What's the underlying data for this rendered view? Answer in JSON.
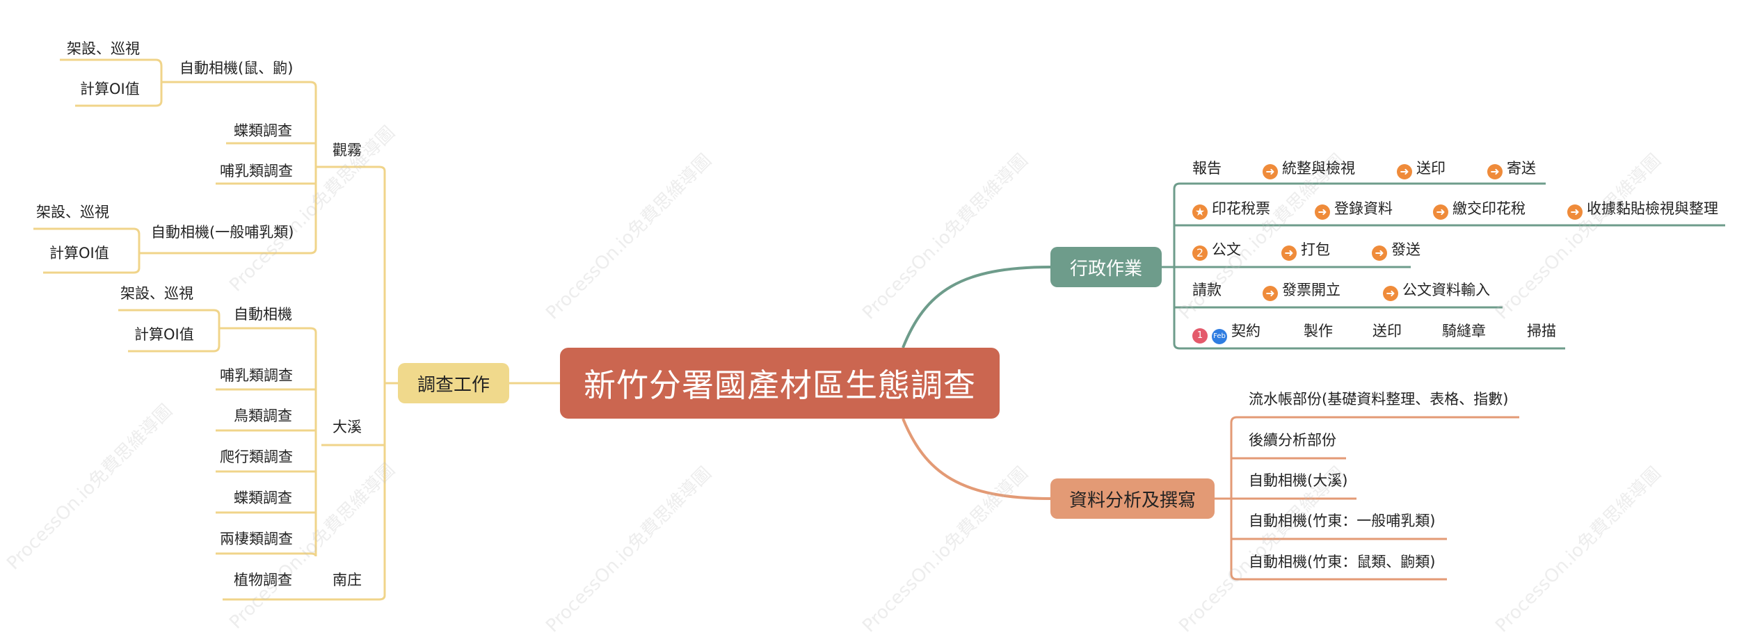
{
  "root": {
    "title": "新竹分署國產材區生態調查"
  },
  "branches": {
    "survey": {
      "label": "調查工作",
      "guanwu": {
        "label": "觀霧",
        "camera_small": {
          "label": "自動相機(鼠、鼩)",
          "children": [
            "架設、巡視",
            "計算OI值"
          ]
        },
        "butterfly": "蝶類調查",
        "mammal": "哺乳類調查",
        "camera_general": {
          "label": "自動相機(一般哺乳類)",
          "children": [
            "架設、巡視",
            "計算OI值"
          ]
        }
      },
      "daxi": {
        "label": "大溪",
        "camera": {
          "label": "自動相機",
          "children": [
            "架設、巡視",
            "計算OI值"
          ]
        },
        "items": [
          "哺乳類調查",
          "鳥類調查",
          "爬行類調查",
          "蝶類調查",
          "兩棲類調查"
        ]
      },
      "nanzhuang": {
        "label": "南庄",
        "items": [
          "植物調查"
        ]
      }
    },
    "admin": {
      "label": "行政作業",
      "rows": [
        {
          "first": "報告",
          "steps": [
            "統整與檢視",
            "送印",
            "寄送"
          ]
        },
        {
          "first": "印花稅票",
          "steps": [
            "登錄資料",
            "繳交印花稅",
            "收據黏貼檢視與整理"
          ]
        },
        {
          "first": "公文",
          "badge": "2",
          "steps": [
            "打包",
            "發送"
          ]
        },
        {
          "first": "請款",
          "steps": [
            "發票開立",
            "公文資料輸入"
          ]
        },
        {
          "first": "契約",
          "badge": "1",
          "badge2": "Feb",
          "steps": [
            "製作",
            "送印",
            "騎縫章",
            "掃描"
          ]
        }
      ]
    },
    "analysis": {
      "label": "資料分析及撰寫",
      "items": [
        "流水帳部份(基礎資料整理、表格、指數)",
        "後續分析部份",
        "自動相機(大溪)",
        "自動相機(竹東：一般哺乳類)",
        "自動相機(竹東：鼠類、鼩類)"
      ]
    }
  },
  "icons": {
    "arrow": "arrow-right-icon",
    "star": "star-icon"
  },
  "watermark": "ProcessOn.io免費思維導圖",
  "colors": {
    "root": "#cb6650",
    "survey": "#f0d98c",
    "admin": "#6e9c8b",
    "analysis": "#e39a75",
    "survey_line": "#f0d48a",
    "admin_line": "#6e9c8b",
    "analysis_line": "#e39a75"
  }
}
